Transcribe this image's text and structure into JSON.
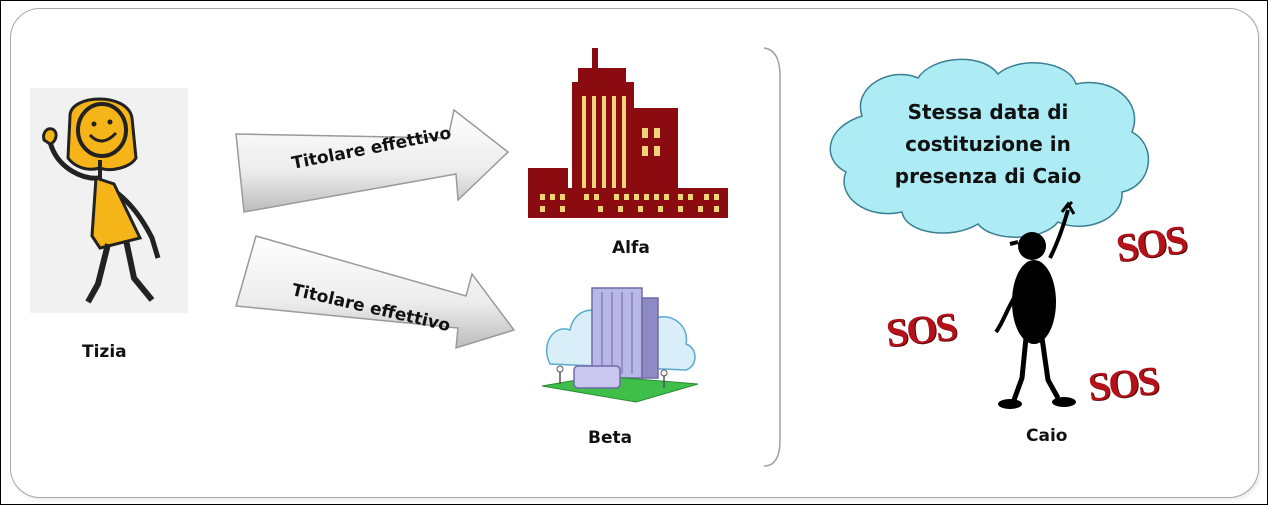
{
  "people": {
    "tizia": {
      "name": "Tizia"
    },
    "caio": {
      "name": "Caio"
    }
  },
  "companies": {
    "alfa": {
      "name": "Alfa"
    },
    "beta": {
      "name": "Beta"
    }
  },
  "arrows": [
    {
      "label": "Titolare effettivo"
    },
    {
      "label": "Titolare effettivo"
    }
  ],
  "cloud": {
    "text": "Stessa data di costituzione in presenza di Caio"
  },
  "sos": [
    "SOS",
    "SOS",
    "SOS"
  ],
  "colors": {
    "building_red": "#8b0c10",
    "window_yellow": "#f0d478",
    "cloud_fill": "#aeecf5",
    "cloud_stroke": "#3a7f96",
    "sos_red": "#b3121b",
    "figure_yellow": "#f5b418"
  }
}
